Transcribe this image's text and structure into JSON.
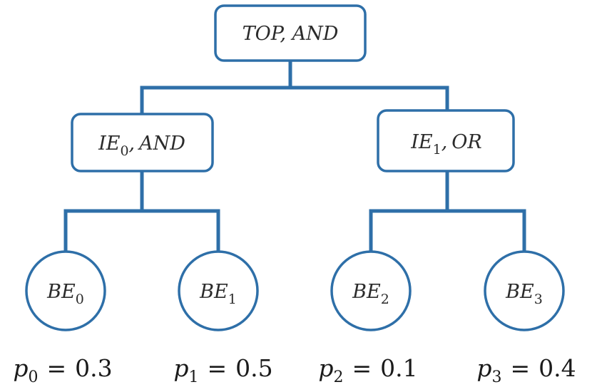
{
  "diagram": {
    "gates": {
      "top": {
        "label": "TOP, AND"
      },
      "ie0": {
        "name": "IE",
        "index": "0",
        "gate": "AND"
      },
      "ie1": {
        "name": "IE",
        "index": "1",
        "gate": "OR"
      }
    },
    "basic_events": [
      {
        "name": "BE",
        "index": "0",
        "prob_var": "p",
        "prob_index": "0",
        "prob_value": "0.3"
      },
      {
        "name": "BE",
        "index": "1",
        "prob_var": "p",
        "prob_index": "1",
        "prob_value": "0.5"
      },
      {
        "name": "BE",
        "index": "2",
        "prob_var": "p",
        "prob_index": "2",
        "prob_value": "0.1"
      },
      {
        "name": "BE",
        "index": "3",
        "prob_var": "p",
        "prob_index": "3",
        "prob_value": "0.4"
      }
    ],
    "equals_sign": "=",
    "comma": ",",
    "colors": {
      "line": "#2e6fa8",
      "text": "#2b2b2b"
    }
  }
}
